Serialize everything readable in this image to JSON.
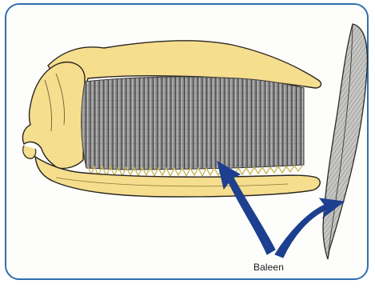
{
  "labels": {
    "baleen": "Baleen"
  },
  "colors": {
    "frame_border": "#2f6fb0",
    "skull_fill": "#f6de8f",
    "skull_stroke": "#2a2620",
    "baleen_fill": "#8d8d8d",
    "baleen_line": "#4d4d4d",
    "fringe": "#d8c86a",
    "arrow": "#1d3f8f",
    "plate_fill": "#b9b9b6"
  },
  "icons": {
    "skull": "whale-skull-illustration",
    "baleen_rack": "baleen-rack-illustration",
    "baleen_plate": "baleen-plate-illustration",
    "arrows": "pointer-arrows"
  }
}
